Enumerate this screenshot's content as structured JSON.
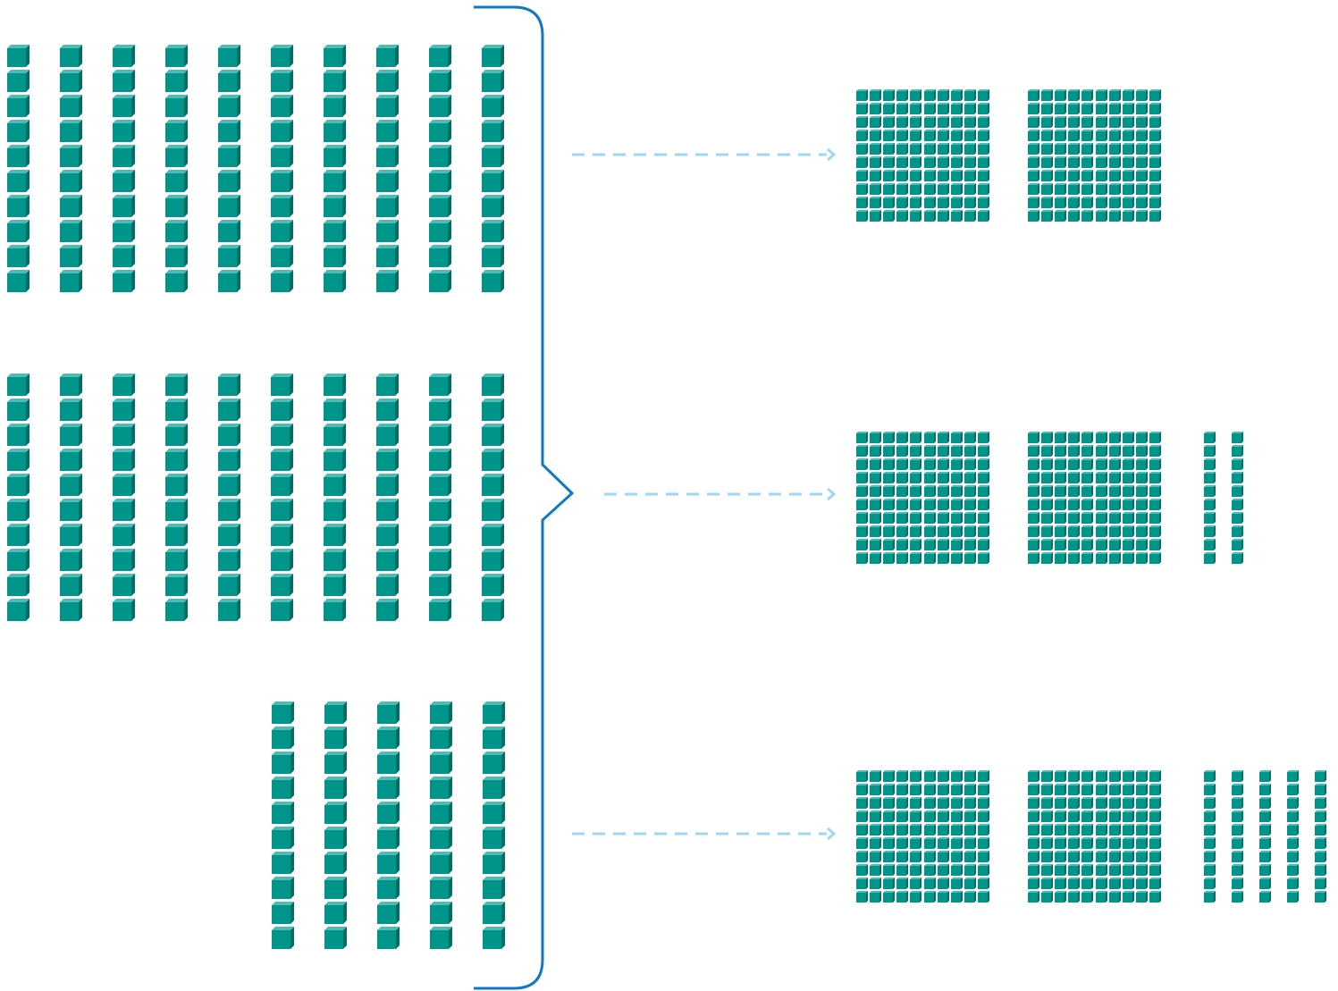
{
  "diagram": {
    "description_counts": {
      "left_groups": [
        {
          "name": "left-group-1",
          "tens_rods": 10,
          "cubes_per_rod": 10
        },
        {
          "name": "left-group-2",
          "tens_rods": 10,
          "cubes_per_rod": 10
        },
        {
          "name": "left-group-3",
          "tens_rods": 5,
          "cubes_per_rod": 10
        }
      ],
      "right_groups": [
        {
          "name": "right-group-1",
          "hundreds_flats": 2,
          "tens_rods": 0
        },
        {
          "name": "right-group-2",
          "hundreds_flats": 2,
          "tens_rods": 2
        },
        {
          "name": "right-group-3",
          "hundreds_flats": 2,
          "tens_rods": 5
        }
      ]
    },
    "colors": {
      "cube_front": "#00958a",
      "cube_top": "#4fbcb4",
      "cube_side": "#006e66",
      "brace": "#1178c4",
      "arrow": "#9fd7f2"
    },
    "icons": [
      "base-ten-cube-icon",
      "base-ten-rod-icon",
      "base-ten-flat-icon",
      "curly-brace-icon",
      "dashed-arrow-icon"
    ]
  }
}
